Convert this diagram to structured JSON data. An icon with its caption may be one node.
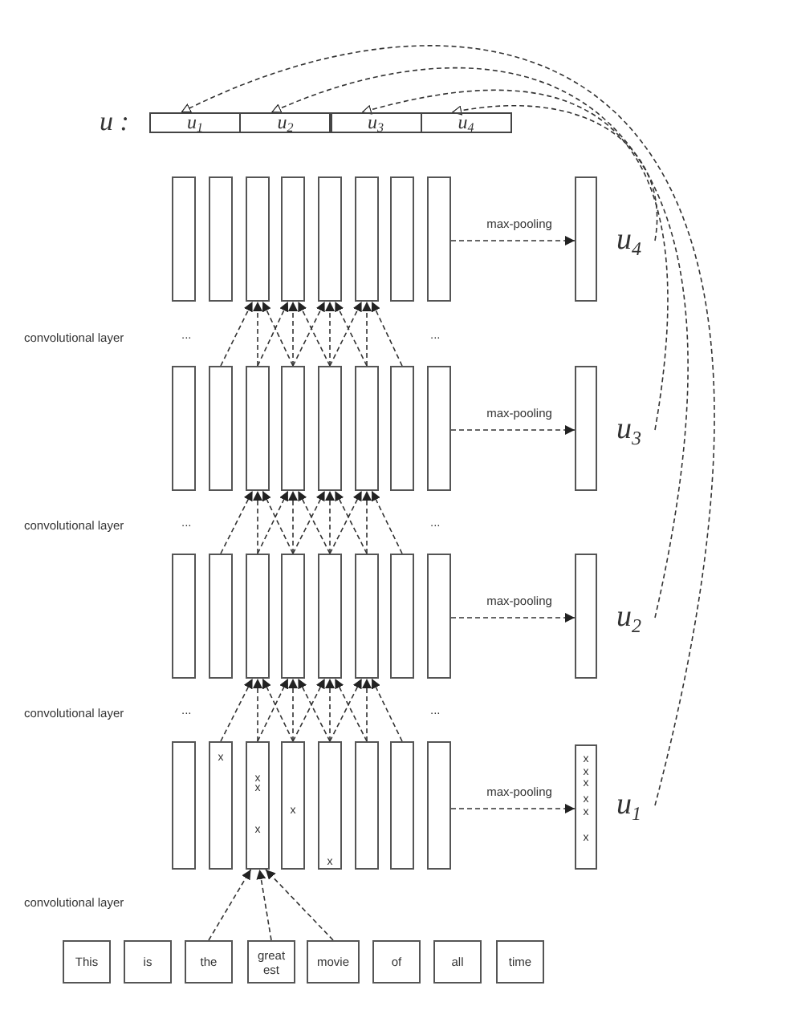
{
  "diagram": {
    "nodes": [
      {
        "text": [
          "u$_{1}$"
        ]
      },
      {
        "text": [
          "u$_{2}$"
        ]
      },
      {
        "text": [
          "u$_{3}$"
        ]
      },
      {
        "text": [
          "u$_{4}$"
        ]
      },
      {
        "text": [],
        "shape": "bar"
      },
      {
        "text": [],
        "shape": "bar"
      },
      {
        "text": [],
        "shape": "bar"
      },
      {
        "text": [],
        "shape": "bar"
      },
      {
        "text": [],
        "shape": "bar"
      },
      {
        "text": [],
        "shape": "bar"
      },
      {
        "text": [],
        "shape": "bar"
      },
      {
        "text": [],
        "shape": "bar"
      },
      {
        "text": [],
        "shape": "bar"
      },
      {
        "text": [
          "u$_{4}$"
        ]
      },
      {
        "text": [],
        "shape": "bar"
      },
      {
        "text": [],
        "shape": "bar"
      },
      {
        "text": [],
        "shape": "bar"
      },
      {
        "text": [],
        "shape": "bar"
      },
      {
        "text": [],
        "shape": "bar"
      },
      {
        "text": [],
        "shape": "bar"
      },
      {
        "text": [],
        "shape": "bar"
      },
      {
        "text": [],
        "shape": "bar"
      },
      {
        "text": [],
        "shape": "bar"
      },
      {
        "text": [
          "u$_{3}$"
        ]
      },
      {
        "text": [],
        "shape": "bar"
      },
      {
        "text": [],
        "shape": "bar"
      },
      {
        "text": [],
        "shape": "bar"
      },
      {
        "text": [],
        "shape": "bar"
      },
      {
        "text": [],
        "shape": "bar"
      },
      {
        "text": [],
        "shape": "bar"
      },
      {
        "text": [],
        "shape": "bar"
      },
      {
        "text": [],
        "shape": "bar"
      },
      {
        "text": [],
        "shape": "bar"
      },
      {
        "text": [
          "u$_{2}$"
        ]
      },
      {
        "text": [],
        "shape": "bar"
      },
      {
        "text": [
          "x"
        ]
      },
      {
        "text": [
          "x",
          "x",
          "x"
        ]
      },
      {
        "text": [
          "x"
        ]
      },
      {
        "text": [
          "x"
        ]
      },
      {
        "text": [],
        "shape": "bar"
      },
      {
        "text": [],
        "shape": "bar"
      },
      {
        "text": [],
        "shape": "bar"
      },
      {
        "text": [
          "x",
          "x",
          "x",
          "x",
          "x",
          "x"
        ]
      },
      {
        "text": [
          "u$_{1}$"
        ]
      },
      {
        "text": [
          "This"
        ]
      },
      {
        "text": [
          "is"
        ]
      },
      {
        "text": [
          "the"
        ]
      },
      {
        "text": [
          "great est"
        ]
      },
      {
        "text": [
          "movie"
        ]
      },
      {
        "text": [
          "of"
        ]
      },
      {
        "text": [
          "all"
        ]
      },
      {
        "text": [
          "time"
        ]
      }
    ],
    "edges": [
      {
        "from": 43,
        "to": 0,
        "arrow": "to",
        "style": "dashed"
      },
      {
        "from": 33,
        "to": 1,
        "arrow": "to",
        "style": "dashed"
      },
      {
        "from": 23,
        "to": 2,
        "arrow": "to",
        "style": "dashed"
      },
      {
        "from": 13,
        "to": 3,
        "arrow": "to",
        "style": "dashed"
      },
      {
        "from": 11,
        "to": 12,
        "arrow": "to",
        "style": "dashed",
        "label": "max-pooling"
      },
      {
        "from": 21,
        "to": 22,
        "arrow": "to",
        "style": "dashed",
        "label": "max-pooling"
      },
      {
        "from": 31,
        "to": 32,
        "arrow": "to",
        "style": "dashed",
        "label": "max-pooling"
      },
      {
        "from": 41,
        "to": 42,
        "arrow": "to",
        "style": "dashed",
        "label": "max-pooling"
      },
      {
        "from": 15,
        "to": 6,
        "arrow": "to",
        "style": "dashed"
      },
      {
        "from": 16,
        "to": 6,
        "arrow": "to",
        "style": "dashed"
      },
      {
        "from": 17,
        "to": 6,
        "arrow": "to",
        "style": "dashed"
      },
      {
        "from": 16,
        "to": 7,
        "arrow": "to",
        "style": "dashed"
      },
      {
        "from": 17,
        "to": 7,
        "arrow": "to",
        "style": "dashed"
      },
      {
        "from": 18,
        "to": 7,
        "arrow": "to",
        "style": "dashed"
      },
      {
        "from": 17,
        "to": 8,
        "arrow": "to",
        "style": "dashed"
      },
      {
        "from": 18,
        "to": 8,
        "arrow": "to",
        "style": "dashed"
      },
      {
        "from": 19,
        "to": 8,
        "arrow": "to",
        "style": "dashed"
      },
      {
        "from": 18,
        "to": 9,
        "arrow": "to",
        "style": "dashed"
      },
      {
        "from": 19,
        "to": 9,
        "arrow": "to",
        "style": "dashed"
      },
      {
        "from": 20,
        "to": 9,
        "arrow": "to",
        "style": "dashed"
      },
      {
        "from": 25,
        "to": 16,
        "arrow": "to",
        "style": "dashed"
      },
      {
        "from": 26,
        "to": 16,
        "arrow": "to",
        "style": "dashed"
      },
      {
        "from": 27,
        "to": 16,
        "arrow": "to",
        "style": "dashed"
      },
      {
        "from": 26,
        "to": 17,
        "arrow": "to",
        "style": "dashed"
      },
      {
        "from": 27,
        "to": 17,
        "arrow": "to",
        "style": "dashed"
      },
      {
        "from": 28,
        "to": 17,
        "arrow": "to",
        "style": "dashed"
      },
      {
        "from": 27,
        "to": 18,
        "arrow": "to",
        "style": "dashed"
      },
      {
        "from": 28,
        "to": 18,
        "arrow": "to",
        "style": "dashed"
      },
      {
        "from": 29,
        "to": 18,
        "arrow": "to",
        "style": "dashed"
      },
      {
        "from": 28,
        "to": 19,
        "arrow": "to",
        "style": "dashed"
      },
      {
        "from": 29,
        "to": 19,
        "arrow": "to",
        "style": "dashed"
      },
      {
        "from": 30,
        "to": 19,
        "arrow": "to",
        "style": "dashed"
      },
      {
        "from": 35,
        "to": 26,
        "arrow": "to",
        "style": "dashed"
      },
      {
        "from": 36,
        "to": 26,
        "arrow": "to",
        "style": "dashed"
      },
      {
        "from": 37,
        "to": 26,
        "arrow": "to",
        "style": "dashed"
      },
      {
        "from": 36,
        "to": 27,
        "arrow": "to",
        "style": "dashed"
      },
      {
        "from": 37,
        "to": 27,
        "arrow": "to",
        "style": "dashed"
      },
      {
        "from": 38,
        "to": 27,
        "arrow": "to",
        "style": "dashed"
      },
      {
        "from": 37,
        "to": 28,
        "arrow": "to",
        "style": "dashed"
      },
      {
        "from": 38,
        "to": 28,
        "arrow": "to",
        "style": "dashed"
      },
      {
        "from": 39,
        "to": 28,
        "arrow": "to",
        "style": "dashed"
      },
      {
        "from": 38,
        "to": 29,
        "arrow": "to",
        "style": "dashed"
      },
      {
        "from": 39,
        "to": 29,
        "arrow": "to",
        "style": "dashed"
      },
      {
        "from": 40,
        "to": 29,
        "arrow": "to",
        "style": "dashed"
      },
      {
        "from": 46,
        "to": 36,
        "arrow": "to",
        "style": "dashed"
      },
      {
        "from": 47,
        "to": 36,
        "arrow": "to",
        "style": "dashed"
      },
      {
        "from": 48,
        "to": 36,
        "arrow": "to",
        "style": "dashed"
      }
    ],
    "labels": [
      "u :",
      "convolutional layer",
      "...",
      "...",
      "convolutional layer",
      "...",
      "...",
      "convolutional layer",
      "...",
      "...",
      "convolutional layer"
    ]
  }
}
